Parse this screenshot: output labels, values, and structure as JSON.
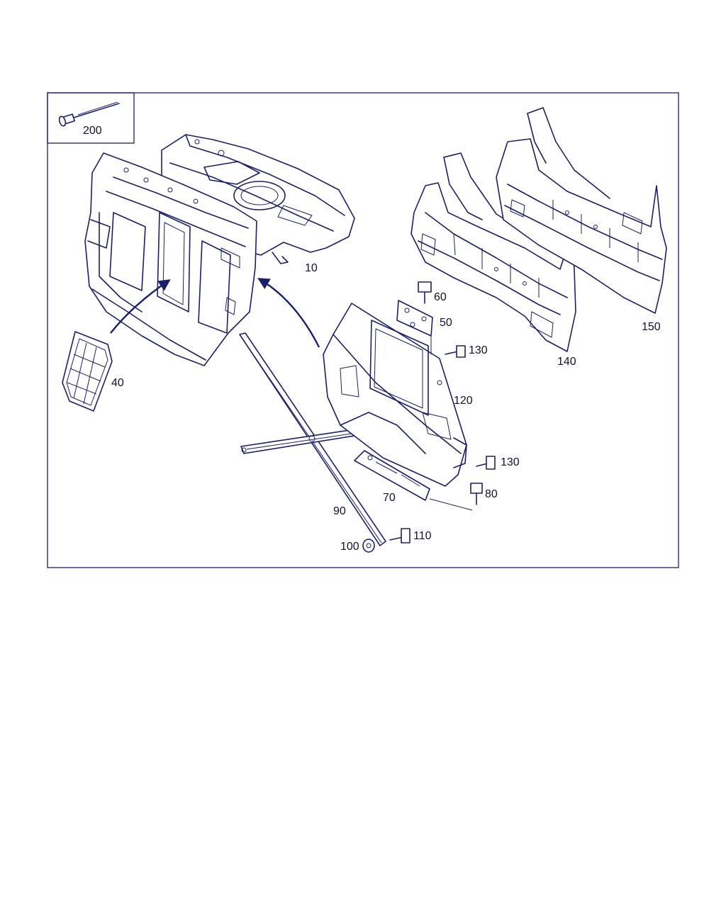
{
  "labels": {
    "p10": "10",
    "p40": "40",
    "p50": "50",
    "p60": "60",
    "p70": "70",
    "p80": "80",
    "p90": "90",
    "p100": "100",
    "p110": "110",
    "p120": "120",
    "p130a": "130",
    "p130b": "130",
    "p140": "140",
    "p150": "150",
    "p200": "200"
  },
  "colors": {
    "line": "#1a1f6b",
    "background": "#ffffff"
  }
}
